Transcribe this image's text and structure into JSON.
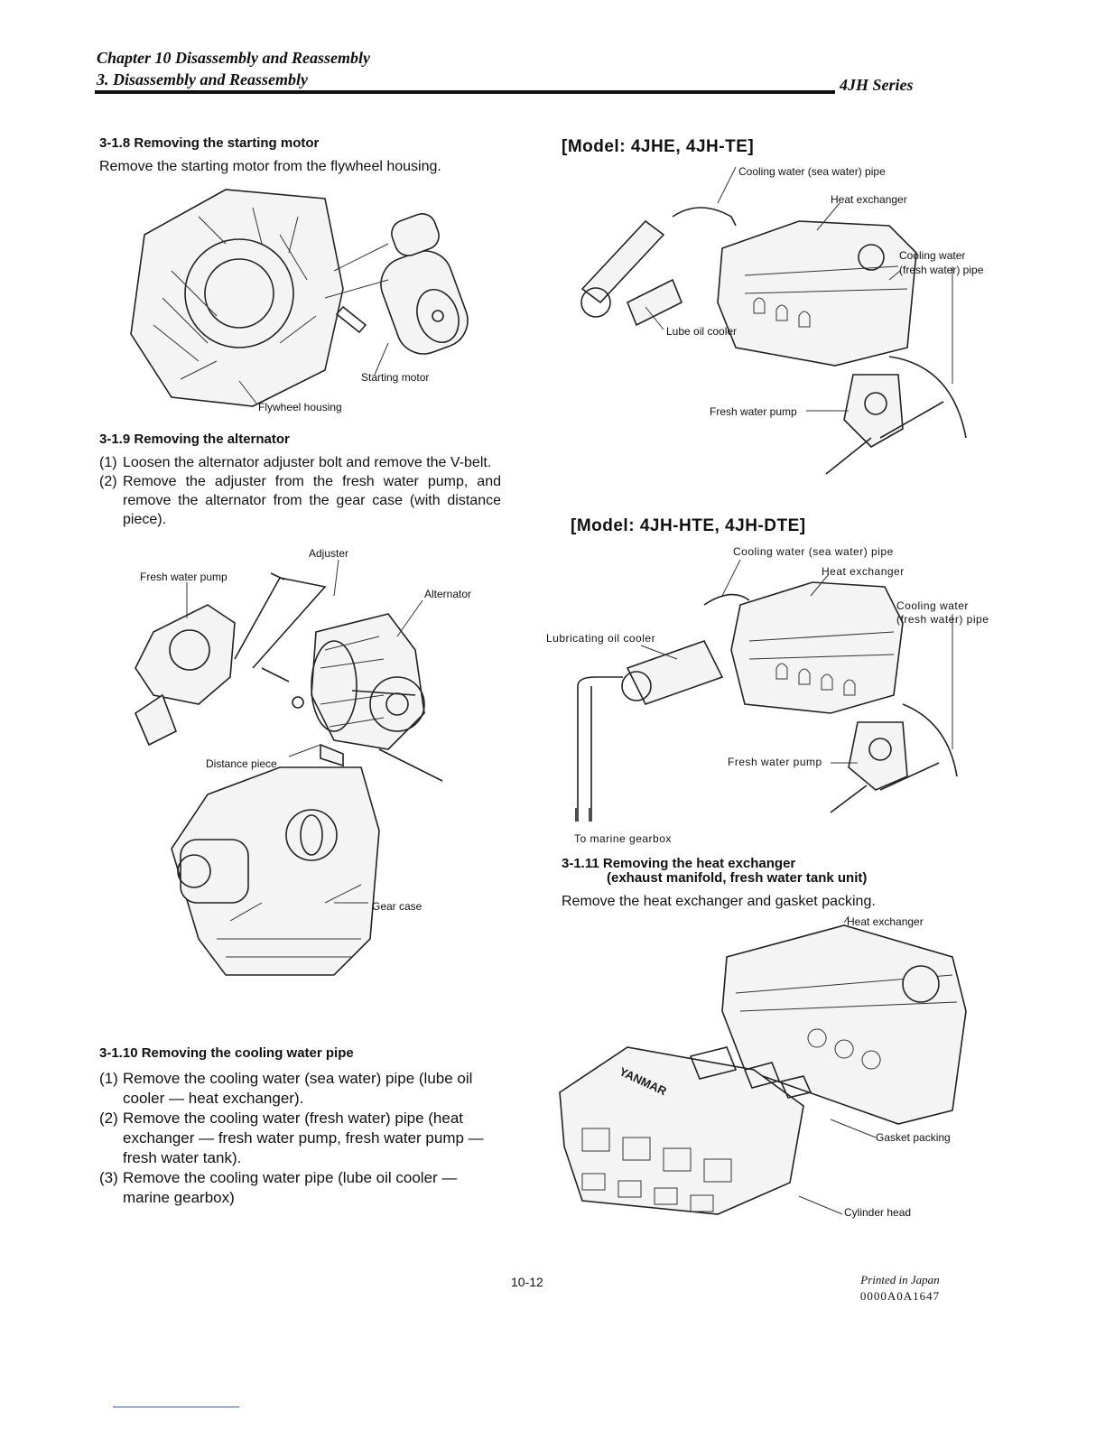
{
  "header": {
    "chapter": "Chapter 10 Disassembly and Reassembly",
    "section": "3. Disassembly and Reassembly",
    "series": "4JH Series"
  },
  "s318": {
    "title": "3-1.8 Removing the starting motor",
    "text": "Remove the starting motor from the flywheel housing.",
    "labels": {
      "starting_motor": "Starting motor",
      "flywheel_housing": "Flywheel housing"
    }
  },
  "s319": {
    "title": "3-1.9 Removing the alternator",
    "steps": [
      {
        "num": "(1)",
        "text": "Loosen the alternator adjuster bolt and remove the V-belt."
      },
      {
        "num": "(2)",
        "text": "Remove the adjuster from the fresh water pump, and remove the alternator from the gear case (with distance piece)."
      }
    ],
    "labels": {
      "adjuster": "Adjuster",
      "fresh_water_pump": "Fresh water pump",
      "alternator": "Alternator",
      "distance_piece": "Distance piece",
      "gear_case": "Gear case"
    }
  },
  "s3110": {
    "title": "3-1.10 Removing the cooling water pipe",
    "steps": [
      {
        "num": "(1)",
        "text": "Remove the cooling water (sea water) pipe (lube oil cooler — heat exchanger)."
      },
      {
        "num": "(2)",
        "text": "Remove the cooling water (fresh water) pipe (heat exchanger — fresh water pump, fresh water pump — fresh water tank)."
      },
      {
        "num": "(3)",
        "text": "Remove the cooling water pipe (lube oil cooler — marine gearbox)"
      }
    ]
  },
  "model1": {
    "title": "[Model: 4JHE, 4JH-TE]",
    "labels": {
      "sea_pipe": "Cooling water (sea water) pipe",
      "heat_exchanger": "Heat exchanger",
      "fresh_pipe_1": "Cooling water",
      "fresh_pipe_2": "(fresh water) pipe",
      "lube_oil_cooler": "Lube oil cooler",
      "fresh_water_pump": "Fresh water pump"
    }
  },
  "model2": {
    "title": "[Model: 4JH-HTE, 4JH-DTE]",
    "labels": {
      "sea_pipe": "Cooling water (sea water) pipe",
      "heat_exchanger": "Heat exchanger",
      "fresh_pipe_1": "Cooling water",
      "fresh_pipe_2": "(fresh water) pipe",
      "lube_oil_cooler": "Lubricating oil cooler",
      "fresh_water_pump": "Fresh water pump",
      "marine_gearbox": "To marine gearbox"
    }
  },
  "s3111": {
    "title": "3-1.11 Removing the heat exchanger",
    "subtitle": "(exhaust manifold, fresh water tank unit)",
    "text": "Remove the heat exchanger and gasket packing.",
    "labels": {
      "heat_exchanger": "Heat exchanger",
      "gasket_packing": "Gasket packing",
      "cylinder_head": "Cylinder head",
      "brand": "YANMAR"
    }
  },
  "footer": {
    "page": "10-12",
    "printed": "Printed in Japan",
    "code": "0000A0A1647"
  }
}
